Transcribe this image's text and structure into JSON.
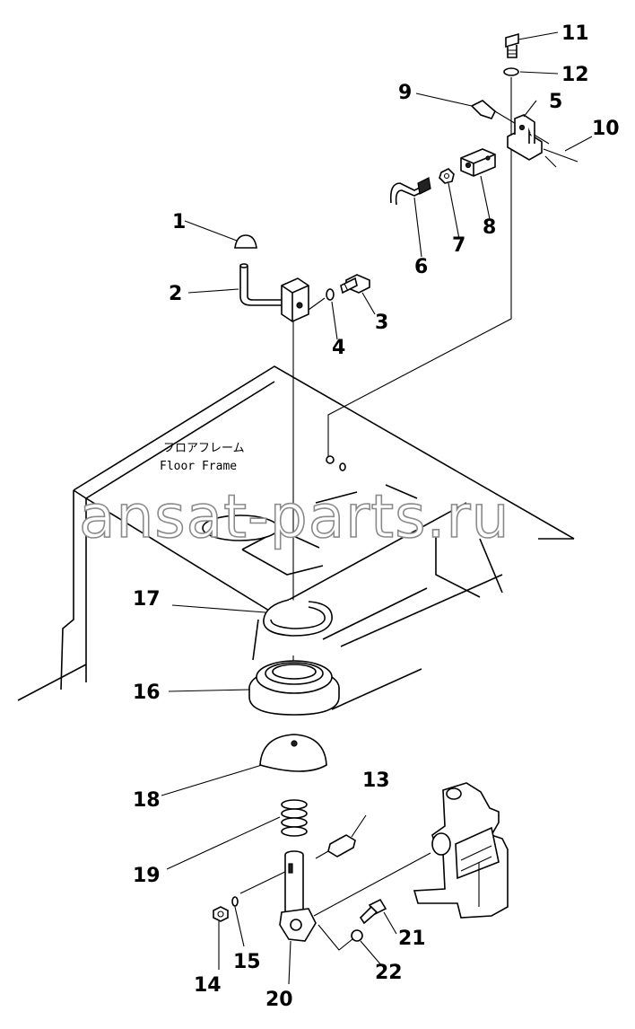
{
  "frame_label": {
    "japanese": "フロアフレーム",
    "english": "Floor Frame"
  },
  "watermark": "ansat-parts.ru",
  "callouts": [
    {
      "id": "1",
      "label": "1"
    },
    {
      "id": "2",
      "label": "2"
    },
    {
      "id": "3",
      "label": "3"
    },
    {
      "id": "4",
      "label": "4"
    },
    {
      "id": "5",
      "label": "5"
    },
    {
      "id": "6",
      "label": "6"
    },
    {
      "id": "7",
      "label": "7"
    },
    {
      "id": "8",
      "label": "8"
    },
    {
      "id": "9",
      "label": "9"
    },
    {
      "id": "10",
      "label": "10"
    },
    {
      "id": "11",
      "label": "11"
    },
    {
      "id": "12",
      "label": "12"
    },
    {
      "id": "13",
      "label": "13"
    },
    {
      "id": "14",
      "label": "14"
    },
    {
      "id": "15",
      "label": "15"
    },
    {
      "id": "16",
      "label": "16"
    },
    {
      "id": "17",
      "label": "17"
    },
    {
      "id": "18",
      "label": "18"
    },
    {
      "id": "19",
      "label": "19"
    },
    {
      "id": "20",
      "label": "20"
    },
    {
      "id": "21",
      "label": "21"
    },
    {
      "id": "22",
      "label": "22"
    }
  ]
}
